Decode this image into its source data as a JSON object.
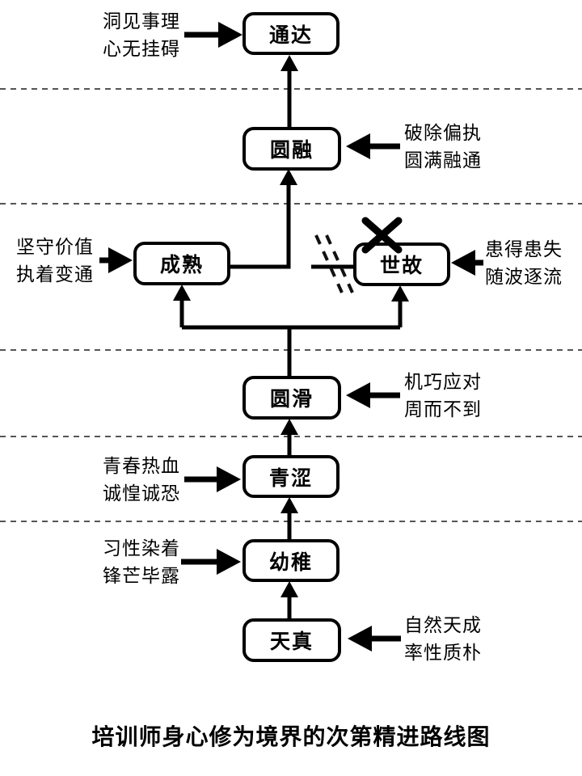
{
  "title": "培训师身心修为境界的次第精进路线图",
  "stages": {
    "tianzhen": "天真",
    "youzhi": "幼稚",
    "qingse": "青涩",
    "yuanhua": "圆滑",
    "chengshu": "成熟",
    "shigu": "世故",
    "yuanrong": "圆融",
    "tongda": "通达"
  },
  "annotations": {
    "tianzhen": "自然天成\n率性质朴",
    "youzhi": "习性染着\n锋芒毕露",
    "qingse": "青春热血\n诚惶诚恐",
    "yuanhua": "机巧应对\n周而不到",
    "chengshu": "坚守价值\n执着变通",
    "shigu": "患得患失\n随波逐流",
    "yuanrong": "破除偏执\n圆满融通",
    "tongda": "洞见事理\n心无挂碍"
  },
  "flow": {
    "main_path": [
      "天真",
      "幼稚",
      "青涩",
      "圆滑",
      "成熟",
      "圆融",
      "通达"
    ],
    "branch": {
      "from": "圆滑",
      "to": [
        "成熟",
        "世故"
      ]
    },
    "blocked_edge": {
      "from": "世故",
      "to": "圆融",
      "marks": [
        "x-mark",
        "broken-line"
      ]
    }
  },
  "colors": {
    "line": "#000000",
    "separator": "#555555",
    "background": "#ffffff",
    "text": "#000000"
  }
}
